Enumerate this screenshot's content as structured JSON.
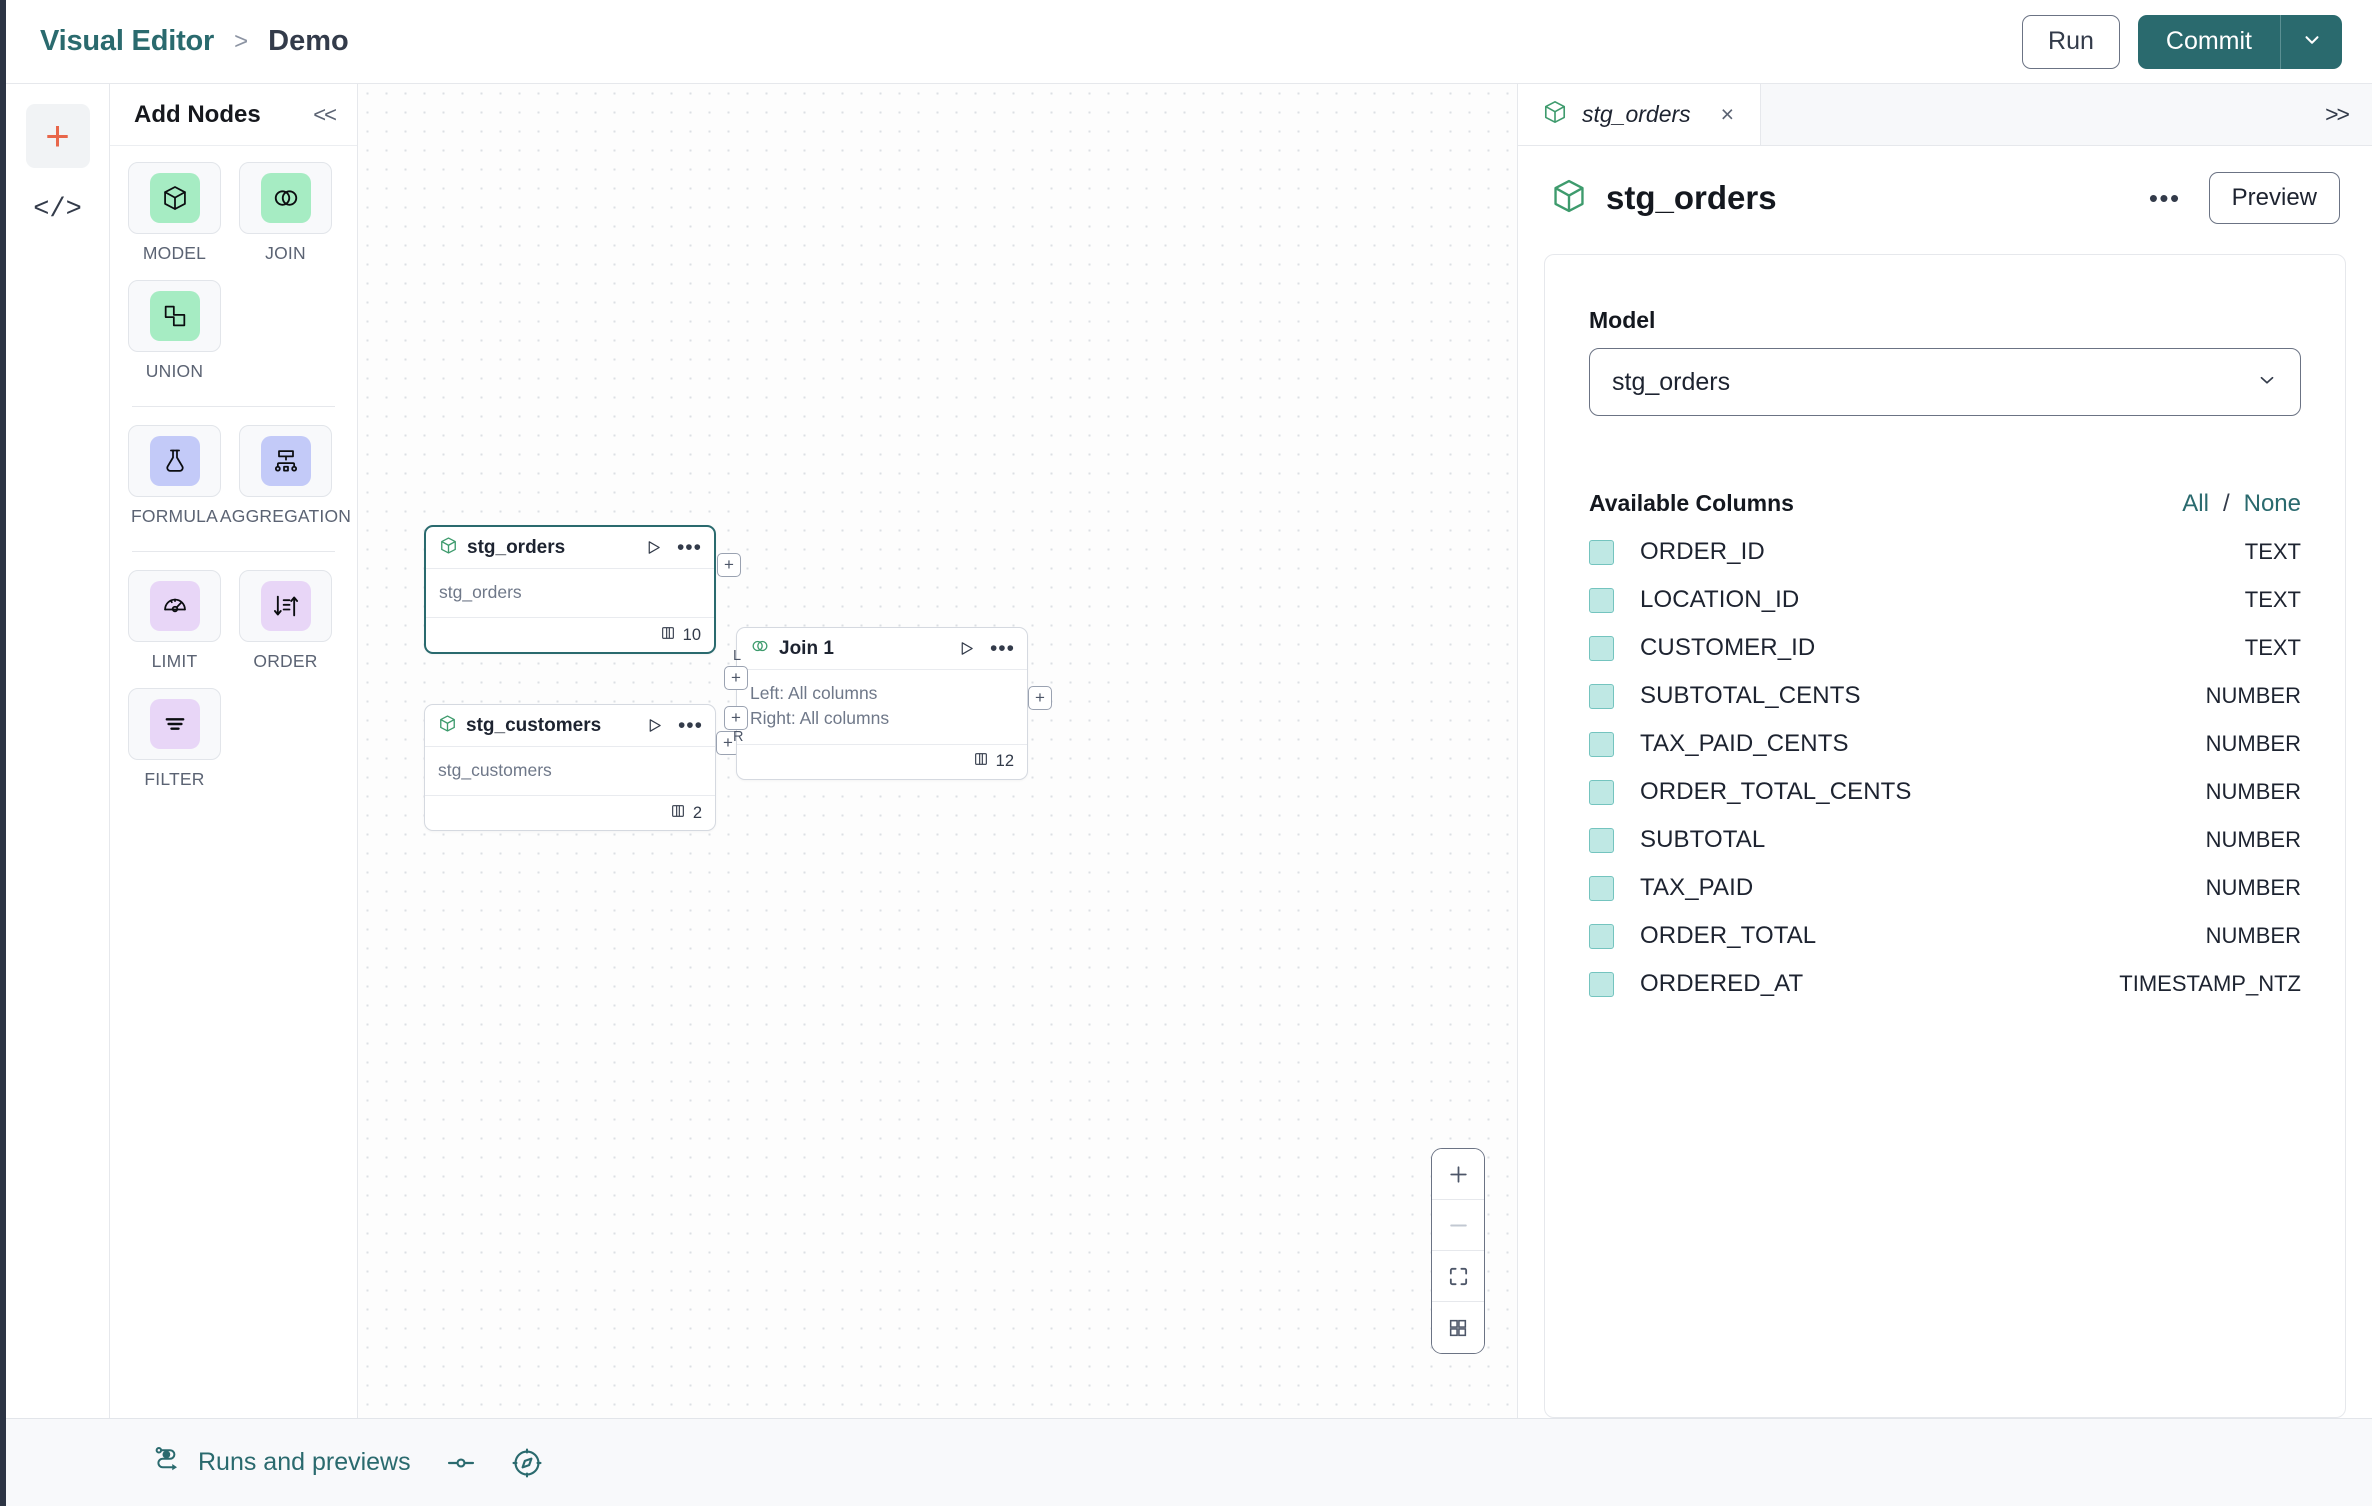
{
  "topbar": {
    "breadcrumb_root": "Visual Editor",
    "breadcrumb_separator": ">",
    "breadcrumb_current": "Demo",
    "run_label": "Run",
    "commit_label": "Commit"
  },
  "rail": {
    "add_icon": "plus-icon",
    "code_icon": "code-icon",
    "code_glyph": "</>"
  },
  "node_panel": {
    "title": "Add Nodes",
    "collapse_label": "<<",
    "groups": [
      {
        "items": [
          {
            "label": "MODEL",
            "icon": "cube-icon",
            "swatch": "sw-green"
          },
          {
            "label": "JOIN",
            "icon": "venn-circles-icon",
            "swatch": "sw-green"
          },
          {
            "label": "UNION",
            "icon": "union-shapes-icon",
            "swatch": "sw-green"
          }
        ]
      },
      {
        "items": [
          {
            "label": "FORMULA",
            "icon": "flask-icon",
            "swatch": "sw-blue"
          },
          {
            "label": "AGGREGATION",
            "icon": "hierarchy-icon",
            "swatch": "sw-blue"
          }
        ]
      },
      {
        "items": [
          {
            "label": "LIMIT",
            "icon": "gauge-icon",
            "swatch": "sw-lav"
          },
          {
            "label": "ORDER",
            "icon": "sort-icon",
            "swatch": "sw-lav"
          }
        ]
      },
      {
        "items": [
          {
            "label": "FILTER",
            "icon": "filter-icon",
            "swatch": "sw-lav"
          }
        ]
      }
    ]
  },
  "canvas": {
    "nodes": [
      {
        "id": "stg_orders",
        "title": "stg_orders",
        "icon": "cube-icon",
        "subtitle": "stg_orders",
        "column_count": "10",
        "selected": true
      },
      {
        "id": "stg_customers",
        "title": "stg_customers",
        "icon": "cube-icon",
        "subtitle": "stg_customers",
        "column_count": "2",
        "selected": false
      },
      {
        "id": "join_1",
        "title": "Join 1",
        "icon": "venn-circles-icon",
        "subtitle_left": "Left: All columns",
        "subtitle_right": "Right: All columns",
        "column_count": "12",
        "selected": false,
        "input_labels": {
          "left": "L",
          "right": "R"
        }
      }
    ],
    "handle_glyph": "+",
    "zoom_controls": {
      "zoom_in": "plus-icon",
      "zoom_out": "minus-icon",
      "fit_view": "fit-screen-icon",
      "toggle_grid": "grid-icon"
    }
  },
  "right_panel": {
    "tab_label": "stg_orders",
    "tab_close": "×",
    "expand_label": ">>",
    "header_title": "stg_orders",
    "more_label": "•••",
    "preview_label": "Preview",
    "model_field_label": "Model",
    "model_value": "stg_orders",
    "columns_title": "Available Columns",
    "select_all_label": "All",
    "select_separator": "/",
    "select_none_label": "None",
    "columns": [
      {
        "name": "ORDER_ID",
        "type": "TEXT",
        "checked": false
      },
      {
        "name": "LOCATION_ID",
        "type": "TEXT",
        "checked": false
      },
      {
        "name": "CUSTOMER_ID",
        "type": "TEXT",
        "checked": false
      },
      {
        "name": "SUBTOTAL_CENTS",
        "type": "NUMBER",
        "checked": false
      },
      {
        "name": "TAX_PAID_CENTS",
        "type": "NUMBER",
        "checked": false
      },
      {
        "name": "ORDER_TOTAL_CENTS",
        "type": "NUMBER",
        "checked": false
      },
      {
        "name": "SUBTOTAL",
        "type": "NUMBER",
        "checked": false
      },
      {
        "name": "TAX_PAID",
        "type": "NUMBER",
        "checked": false
      },
      {
        "name": "ORDER_TOTAL",
        "type": "NUMBER",
        "checked": false
      },
      {
        "name": "ORDERED_AT",
        "type": "TIMESTAMP_NTZ",
        "checked": false
      }
    ]
  },
  "bottom_bar": {
    "runs_label": "Runs and previews",
    "runs_icon": "flow-run-icon",
    "slider_icon": "slider-icon",
    "compass_icon": "compass-icon"
  },
  "colors": {
    "accent_teal": "#2a6a6e",
    "accent_orange": "#e8664a",
    "node_green": "#a6ecc3",
    "node_blue": "#c3caf8",
    "node_lavender": "#e8d6f7",
    "checkbox_teal": "#bfe8e4"
  }
}
